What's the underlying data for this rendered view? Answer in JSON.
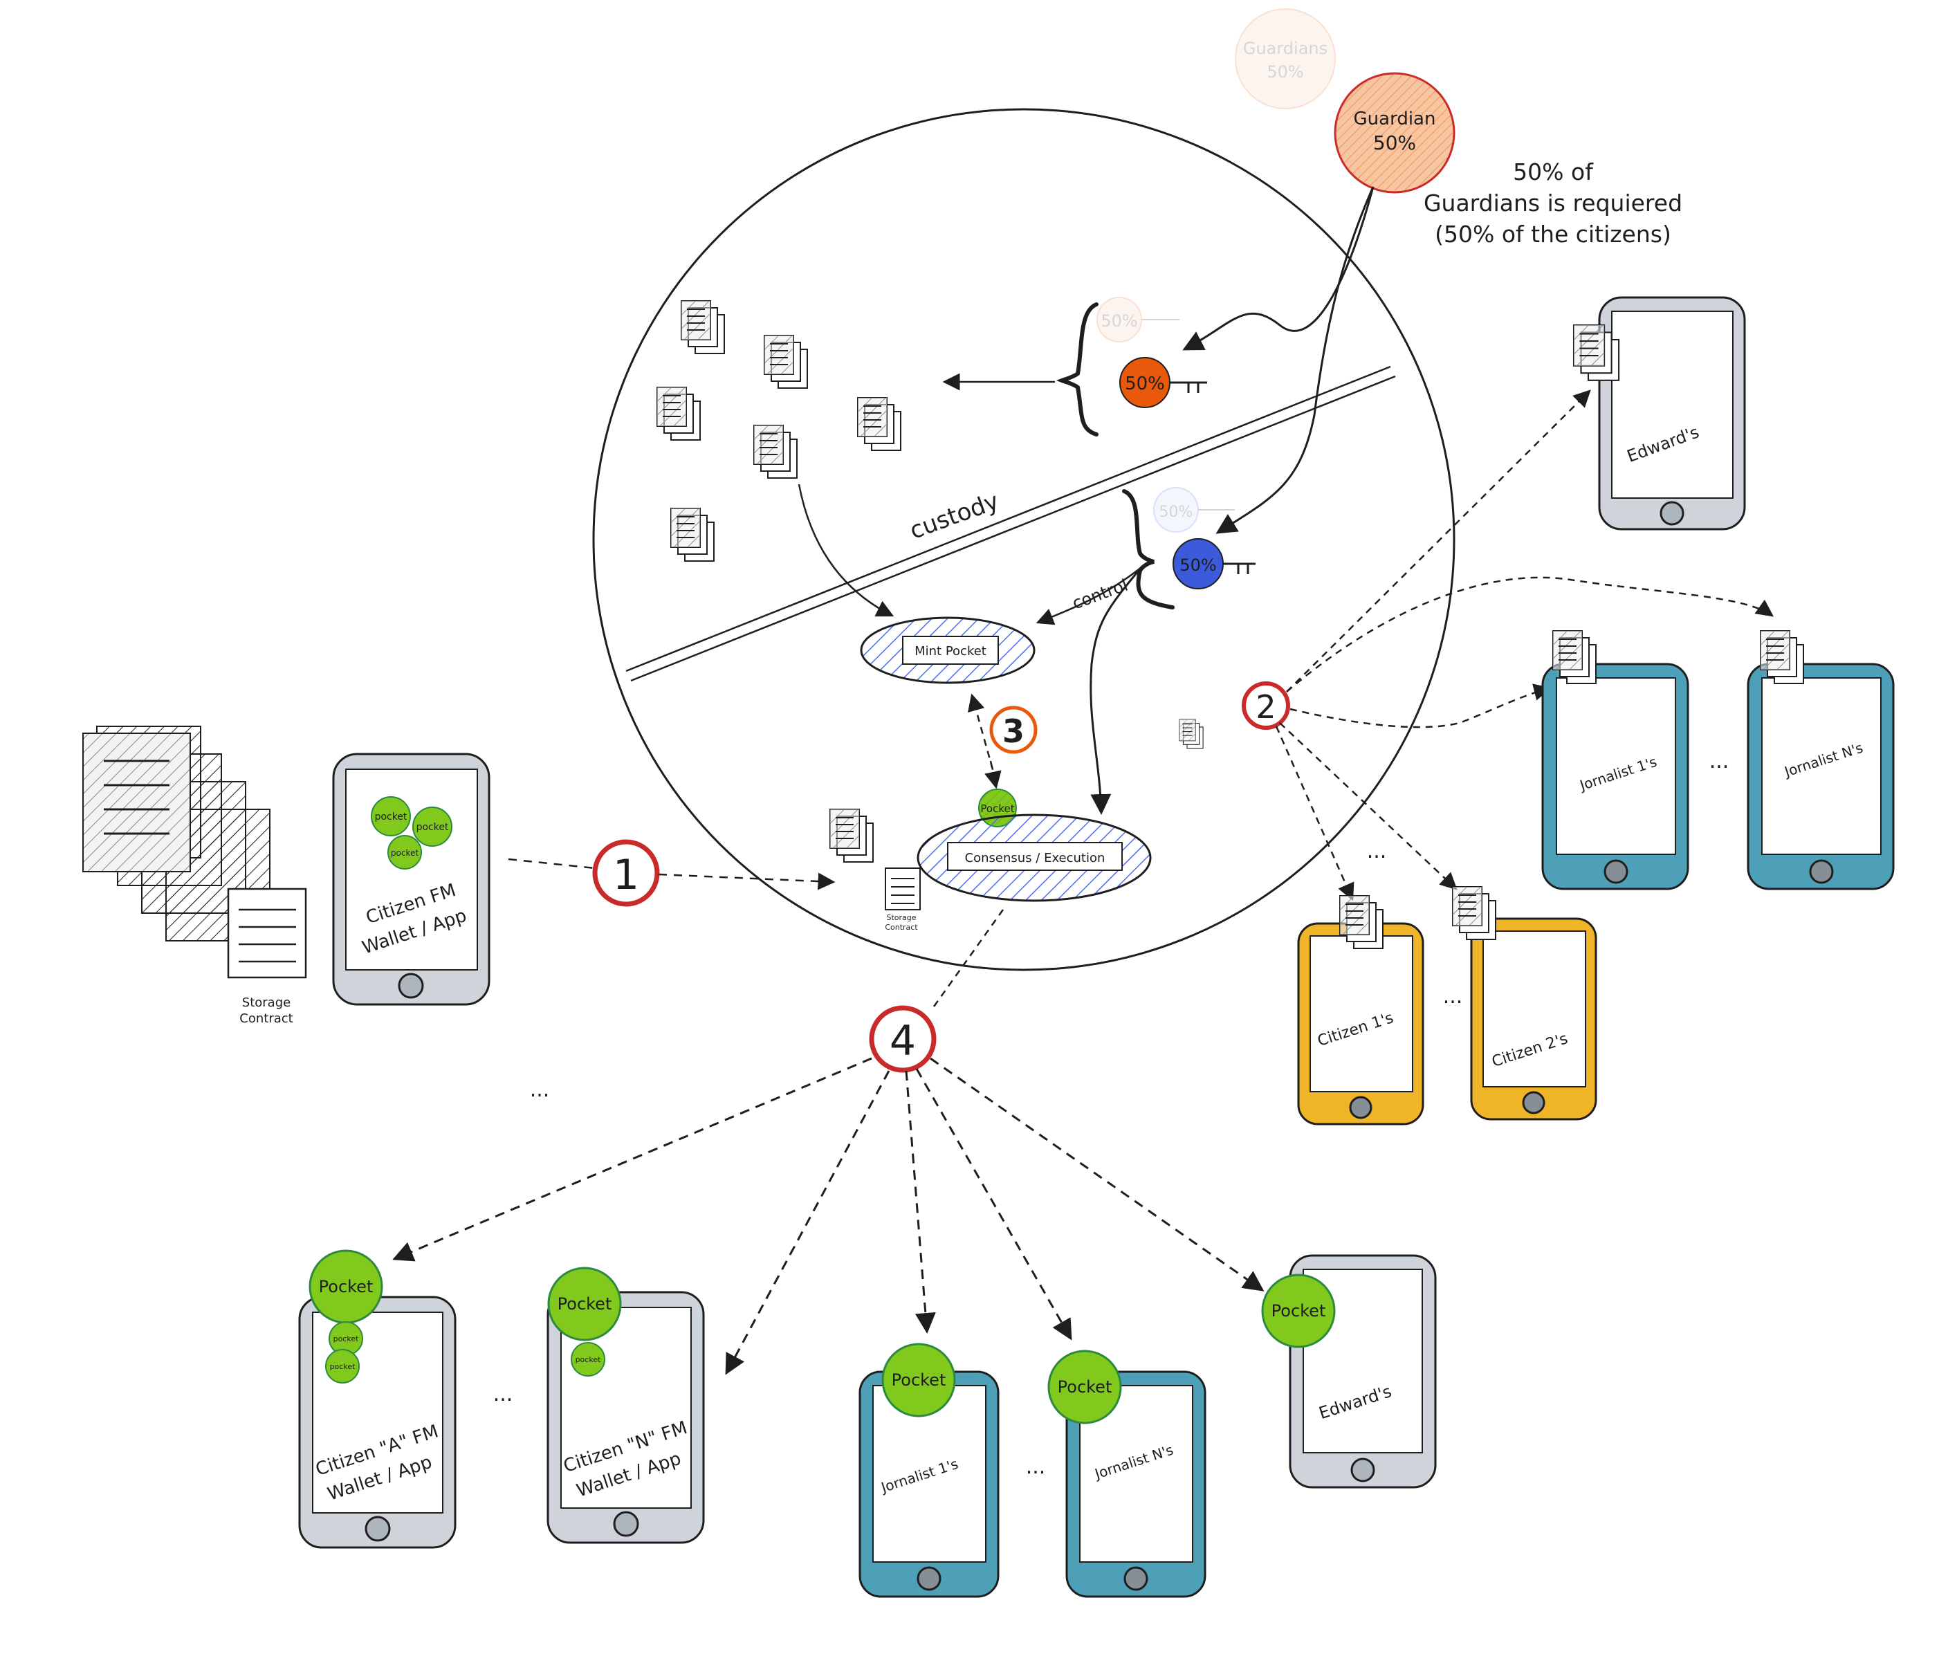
{
  "colors": {
    "ink": "#1e1e1e",
    "orange": "#e8590c",
    "orange_fill": "#f7c59f",
    "guardian_red": "#c92a2a",
    "blue": "#3b5bdb",
    "blue_hatch": "#4c6ef5",
    "green": "#82c91e",
    "green_dark": "#2b8a3e",
    "teal": "#4ea0b8",
    "amber": "#f0b429",
    "phone_grey": "#ced4da"
  },
  "guardians_faded": {
    "line1": "Guardians",
    "line2": "50%"
  },
  "guardian": {
    "line1": "Guardian",
    "line2": "50%"
  },
  "guardian_note": {
    "line1": "50% of",
    "line2": "Guardians is requiered",
    "line3": "(50% of the citizens)"
  },
  "custody_label": "custody",
  "control_label": "control",
  "keys": {
    "top": "50%",
    "top_faded": "50%",
    "bottom": "50%",
    "bottom_faded": "50%"
  },
  "mint_pocket": "Mint Pocket",
  "consensus": "Consensus / Execution",
  "pocket_small": "Pocket",
  "pocket_big": "Pocket",
  "pocket_lower": "pocket",
  "storage_contract_small": {
    "line1": "Storage",
    "line2": "Contract"
  },
  "storage_contract": {
    "line1": "Storage",
    "line2": "Contract"
  },
  "steps": {
    "one": "1",
    "two": "2",
    "three": "3",
    "four": "4"
  },
  "ellipsis": "...",
  "phones": {
    "citizen_fm": {
      "line1": "Citizen FM",
      "line2": "Wallet / App"
    },
    "edward_top": "Edward's",
    "jornalist_1_top": "Jornalist 1's",
    "jornalist_n_top": "Jornalist N's",
    "citizen_1": "Citizen 1's",
    "citizen_2": "Citizen 2's",
    "citizen_a": {
      "line1": "Citizen \"A\" FM",
      "line2": "Wallet / App"
    },
    "citizen_n": {
      "line1": "Citizen \"N\" FM",
      "line2": "Wallet / App"
    },
    "jornalist_1_bottom": "Jornalist 1's",
    "jornalist_n_bottom": "Jornalist N's",
    "edward_bottom": "Edward's"
  }
}
